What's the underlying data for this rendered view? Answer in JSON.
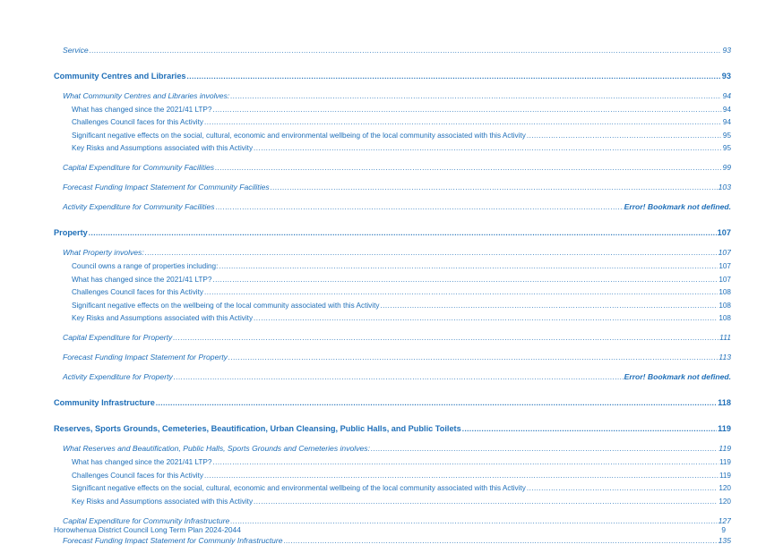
{
  "entries": [
    {
      "level": 2,
      "title": "Service",
      "page": "93"
    },
    {
      "level": 1,
      "title": "Community Centres and Libraries",
      "page": "93"
    },
    {
      "level": 2,
      "title": "What Community Centres and Libraries involves:",
      "page": "94"
    },
    {
      "level": 3,
      "title": "What has changed since the 2021/41 LTP?",
      "page": "94"
    },
    {
      "level": 3,
      "title": "Challenges Council faces for this Activity",
      "page": "94"
    },
    {
      "level": 3,
      "title": "Significant negative effects on the social, cultural, economic and environmental wellbeing of the local community associated with this Activity",
      "page": "95"
    },
    {
      "level": 3,
      "title": "Key Risks and Assumptions associated with this Activity",
      "page": "95"
    },
    {
      "level": 2,
      "title": "Capital Expenditure for Community Facilities",
      "page": "99"
    },
    {
      "level": 2,
      "title": "Forecast Funding Impact Statement for Community Facilities",
      "page": "103"
    },
    {
      "level": 2,
      "title": "Activity Expenditure for Community Facilities",
      "page": "Error! Bookmark not defined."
    },
    {
      "level": 1,
      "title": "Property",
      "page": "107"
    },
    {
      "level": 2,
      "title": "What Property involves:",
      "page": "107"
    },
    {
      "level": 3,
      "title": "Council owns a range of properties including:",
      "page": "107"
    },
    {
      "level": 3,
      "title": "What has changed since the 2021/41 LTP?",
      "page": "107"
    },
    {
      "level": 3,
      "title": "Challenges Council faces for this Activity",
      "page": "108"
    },
    {
      "level": 3,
      "title": "Significant negative effects on the wellbeing of the local community associated with this Activity",
      "page": "108"
    },
    {
      "level": 3,
      "title": "Key Risks and Assumptions associated with this Activity",
      "page": "108"
    },
    {
      "level": 2,
      "title": "Capital Expenditure for Property",
      "page": "111"
    },
    {
      "level": 2,
      "title": "Forecast Funding Impact Statement for Property",
      "page": "113"
    },
    {
      "level": 2,
      "title": "Activity Expenditure for Property",
      "page": "Error! Bookmark not defined."
    },
    {
      "level": 1,
      "title": "Community Infrastructure",
      "page": "118"
    },
    {
      "level": 1,
      "title": "Reserves, Sports Grounds, Cemeteries, Beautification, Urban Cleansing, Public Halls, and Public Toilets",
      "page": "119"
    },
    {
      "level": 2,
      "title": "What Reserves and Beautification, Public Halls, Sports Grounds and Cemeteries involves:",
      "page": "119"
    },
    {
      "level": 3,
      "title": "What has changed since the 2021/41 LTP?",
      "page": "119"
    },
    {
      "level": 3,
      "title": "Challenges Council faces for this Activity",
      "page": "119"
    },
    {
      "level": 3,
      "title": "Significant negative effects on the social, cultural, economic and environmental wellbeing of the local community associated with this Activity",
      "page": "120"
    },
    {
      "level": 3,
      "title": "Key Risks and Assumptions associated with this Activity",
      "page": "120"
    },
    {
      "level": 2,
      "title": "Capital Expenditure for Community Infrastructure",
      "page": "127"
    },
    {
      "level": 2,
      "title": "Forecast Funding Impact Statement for Communiy Infrastructure",
      "page": "135"
    }
  ],
  "footer": {
    "document_title": "Horowhenua District Council Long Term Plan 2024-2044",
    "page_number": "9"
  },
  "colors": {
    "link": "#1f6fb8"
  }
}
